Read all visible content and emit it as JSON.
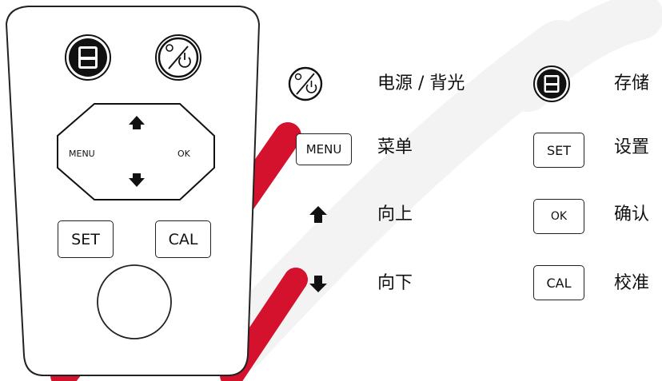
{
  "device": {
    "menu_label": "MENU",
    "ok_label": "OK",
    "set_label": "SET",
    "cal_label": "CAL"
  },
  "legend": {
    "left": [
      {
        "icon": "power-backlight-icon",
        "label": "电源 / 背光"
      },
      {
        "icon": "menu-key",
        "key_text": "MENU",
        "label": "菜单"
      },
      {
        "icon": "arrow-up-icon",
        "label": "向上"
      },
      {
        "icon": "arrow-down-icon",
        "label": "向下"
      }
    ],
    "right": [
      {
        "icon": "save-icon",
        "label": "存储"
      },
      {
        "icon": "set-key",
        "key_text": "SET",
        "label": "设置"
      },
      {
        "icon": "ok-key",
        "key_text": "OK",
        "label": "确认"
      },
      {
        "icon": "cal-key",
        "key_text": "CAL",
        "label": "校准"
      }
    ]
  },
  "colors": {
    "watermark": "#d4122e",
    "watermark_light": "#f1f1f1",
    "stroke": "#222222"
  }
}
